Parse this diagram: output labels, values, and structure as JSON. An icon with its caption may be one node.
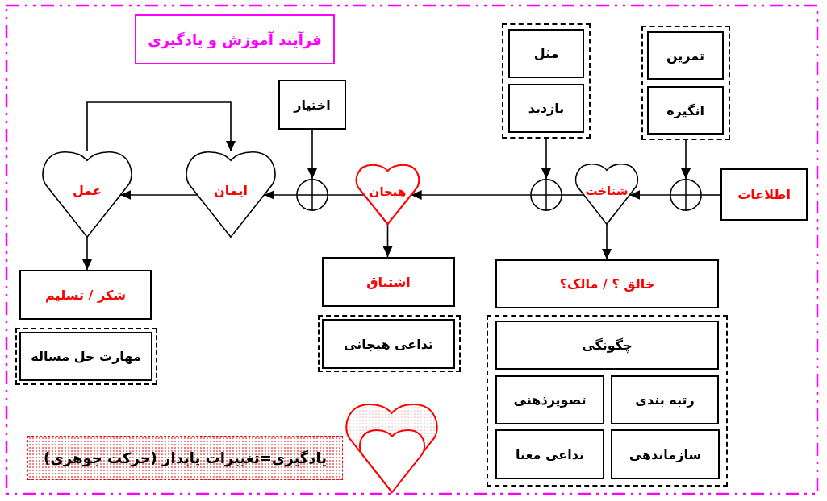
{
  "diagram": {
    "title": "فرآیند آموزش و یادگیری",
    "nodes": [
      {
        "text": [],
        "shape": "box"
      },
      {
        "text": [
          "تمرین"
        ],
        "in": 0
      },
      {
        "text": [
          "انگیزه"
        ],
        "in": 0
      },
      {
        "text": [],
        "shape": "box"
      },
      {
        "text": [
          "مثل"
        ],
        "in": 3
      },
      {
        "text": [
          "بازدید"
        ],
        "in": 3
      },
      {
        "text": [
          "اختیار"
        ]
      },
      {
        "text": [
          "اطلاعات"
        ]
      },
      {
        "text": [],
        "shape": "circle"
      },
      {
        "text": [
          "شناخت"
        ]
      },
      {
        "text": [],
        "shape": "circle"
      },
      {
        "text": [
          "هیجان"
        ]
      },
      {
        "text": [],
        "shape": "circle"
      },
      {
        "text": [
          "ایمان"
        ]
      },
      {
        "text": [
          "عمل"
        ]
      },
      {
        "text": [
          "خالق ؟ / مالک؟"
        ]
      },
      {
        "text": [],
        "shape": "box"
      },
      {
        "text": [
          "چگونگی"
        ],
        "in": 16
      },
      {
        "text": [
          "رتبه بندی"
        ],
        "in": 16
      },
      {
        "text": [
          "تصویرذهنی"
        ],
        "in": 16
      },
      {
        "text": [
          "سازماندهی"
        ],
        "in": 16
      },
      {
        "text": [
          "تداعی معنا"
        ],
        "in": 16
      },
      {
        "text": [
          "اشتیاق"
        ]
      },
      {
        "text": [],
        "shape": "box"
      },
      {
        "text": [
          "تداعی هیجانی"
        ],
        "in": 23
      },
      {
        "text": [
          "شکر / تسلیم"
        ]
      },
      {
        "text": [],
        "shape": "box"
      },
      {
        "text": [
          "مهارت حل مساله"
        ],
        "in": 26
      },
      {
        "text": [
          "یادگیری=تغییرات پایدار (حرکت جوهری)"
        ]
      }
    ],
    "edges": [
      {
        "from": 7,
        "to": 8,
        "arrow": "none"
      },
      {
        "from": 0,
        "to": 8,
        "arrow": "to"
      },
      {
        "from": 8,
        "to": 9,
        "arrow": "to"
      },
      {
        "from": 9,
        "to": 10,
        "arrow": "none"
      },
      {
        "from": 3,
        "to": 10,
        "arrow": "to"
      },
      {
        "from": 10,
        "to": 11,
        "arrow": "to"
      },
      {
        "from": 11,
        "to": 12,
        "arrow": "none"
      },
      {
        "from": 6,
        "to": 12,
        "arrow": "to"
      },
      {
        "from": 12,
        "to": 13,
        "arrow": "to"
      },
      {
        "from": 13,
        "to": 14,
        "arrow": "to"
      },
      {
        "from": 14,
        "to": 13,
        "arrow": "to"
      },
      {
        "from": 14,
        "to": 25,
        "arrow": "to"
      },
      {
        "from": 11,
        "to": 22,
        "arrow": "to"
      },
      {
        "from": 9,
        "to": 15,
        "arrow": "to"
      }
    ]
  }
}
